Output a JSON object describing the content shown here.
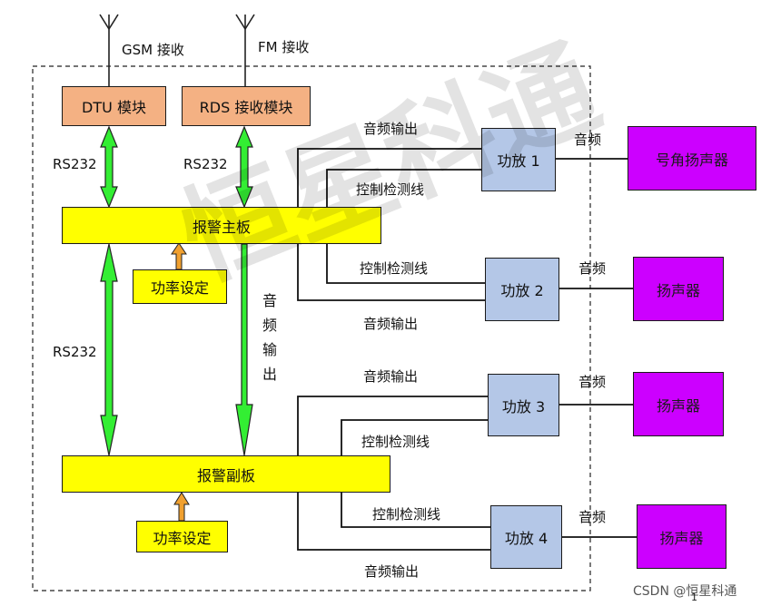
{
  "antennas": {
    "gsm_label": "GSM 接收",
    "fm_label": "FM 接收"
  },
  "modules": {
    "dtu": "DTU 模块",
    "rds": "RDS 接收模块"
  },
  "links": {
    "rs232_dtu": "RS232",
    "rs232_rds": "RS232",
    "rs232_main_sub": "RS232"
  },
  "boards": {
    "main": "报警主板",
    "sub": "报警副板"
  },
  "power_setting": {
    "main": "功率设定",
    "sub": "功率设定"
  },
  "vertical_audio_label": [
    "音",
    "频",
    "输",
    "出"
  ],
  "amplifiers": [
    {
      "label": "功放 1",
      "audio_in": "音频输出",
      "control": "控制检测线",
      "audio_out": "音频",
      "speaker": "号角扬声器"
    },
    {
      "label": "功放 2",
      "audio_in": "音频输出",
      "control": "控制检测线",
      "audio_out": "音频",
      "speaker": "扬声器"
    },
    {
      "label": "功放 3",
      "audio_in": "音频输出",
      "control": "控制检测线",
      "audio_out": "音频",
      "speaker": "扬声器"
    },
    {
      "label": "功放 4",
      "audio_in": "音频输出",
      "control": "控制检测线",
      "audio_out": "音频",
      "speaker": "扬声器"
    }
  ],
  "watermark": "恒星科通",
  "credit": "CSDN @恒星科通",
  "page_number": "1",
  "colors": {
    "module_fill": "#f4b183",
    "board_fill": "#ffff00",
    "amp_fill": "#b4c7e7",
    "speaker_fill": "#cc00ff",
    "arrow_fill": "#33ee33",
    "power_arrow_fill": "#f0a030"
  }
}
